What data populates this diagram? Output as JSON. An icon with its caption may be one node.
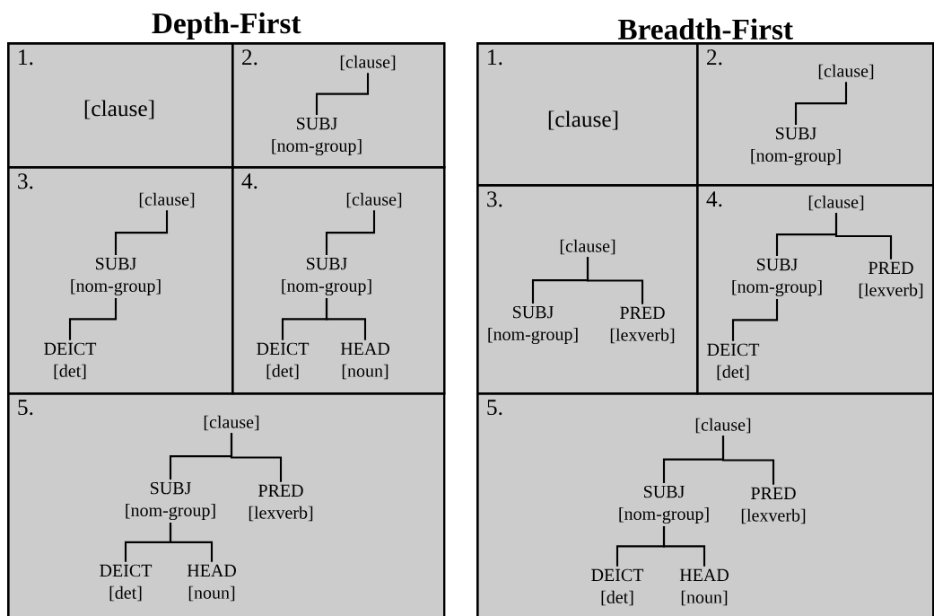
{
  "diagram": {
    "nodes": [
      {
        "text": [
          "Depth-First"
        ]
      },
      {
        "text": [
          "1."
        ],
        "in": 0
      },
      {
        "text": [
          "[clause]"
        ],
        "in": 1
      },
      {
        "text": [
          "2."
        ],
        "in": 0
      },
      {
        "text": [
          "[clause]"
        ],
        "in": 3
      },
      {
        "text": [
          "SUBJ",
          "[nom-group]"
        ],
        "in": 3
      },
      {
        "text": [
          "3."
        ],
        "in": 0
      },
      {
        "text": [
          "[clause]"
        ],
        "in": 6
      },
      {
        "text": [
          "SUBJ",
          "[nom-group]"
        ],
        "in": 6
      },
      {
        "text": [
          "DEICT",
          "[det]"
        ],
        "in": 6
      },
      {
        "text": [
          "4."
        ],
        "in": 0
      },
      {
        "text": [
          "[clause]"
        ],
        "in": 10
      },
      {
        "text": [
          "SUBJ",
          "[nom-group]"
        ],
        "in": 10
      },
      {
        "text": [
          "DEICT",
          "[det]"
        ],
        "in": 10
      },
      {
        "text": [
          "HEAD",
          "[noun]"
        ],
        "in": 10
      },
      {
        "text": [
          "5."
        ],
        "in": 0
      },
      {
        "text": [
          "[clause]"
        ],
        "in": 15
      },
      {
        "text": [
          "SUBJ",
          "[nom-group]"
        ],
        "in": 15
      },
      {
        "text": [
          "PRED",
          "[lexverb]"
        ],
        "in": 15
      },
      {
        "text": [
          "DEICT",
          "[det]"
        ],
        "in": 15
      },
      {
        "text": [
          "HEAD",
          "[noun]"
        ],
        "in": 15
      },
      {
        "text": [
          "Breadth-First"
        ]
      },
      {
        "text": [
          "1."
        ],
        "in": 21
      },
      {
        "text": [
          "[clause]"
        ],
        "in": 22
      },
      {
        "text": [
          "2."
        ],
        "in": 21
      },
      {
        "text": [
          "[clause]"
        ],
        "in": 24
      },
      {
        "text": [
          "SUBJ",
          "[nom-group]"
        ],
        "in": 24
      },
      {
        "text": [
          "3."
        ],
        "in": 21
      },
      {
        "text": [
          "[clause]"
        ],
        "in": 27
      },
      {
        "text": [
          "SUBJ",
          "[nom-group]"
        ],
        "in": 27
      },
      {
        "text": [
          "PRED",
          "[lexverb]"
        ],
        "in": 27
      },
      {
        "text": [
          "4."
        ],
        "in": 21
      },
      {
        "text": [
          "[clause]"
        ],
        "in": 31
      },
      {
        "text": [
          "SUBJ",
          "[nom-group]"
        ],
        "in": 31
      },
      {
        "text": [
          "PRED",
          "[lexverb]"
        ],
        "in": 31
      },
      {
        "text": [
          "DEICT",
          "[det]"
        ],
        "in": 31
      },
      {
        "text": [
          "5."
        ],
        "in": 21
      },
      {
        "text": [
          "[clause]"
        ],
        "in": 36
      },
      {
        "text": [
          "SUBJ",
          "[nom-group]"
        ],
        "in": 36
      },
      {
        "text": [
          "PRED",
          "[lexverb]"
        ],
        "in": 36
      },
      {
        "text": [
          "DEICT",
          "[det]"
        ],
        "in": 36
      },
      {
        "text": [
          "HEAD",
          "[noun]"
        ],
        "in": 36
      }
    ],
    "edges": [
      {
        "from": 4,
        "to": 5,
        "arrow": "none"
      },
      {
        "from": 7,
        "to": 8,
        "arrow": "none"
      },
      {
        "from": 8,
        "to": 9,
        "arrow": "none"
      },
      {
        "from": 11,
        "to": 12,
        "arrow": "none"
      },
      {
        "from": 12,
        "to": 13,
        "arrow": "none"
      },
      {
        "from": 12,
        "to": 14,
        "arrow": "none"
      },
      {
        "from": 16,
        "to": 17,
        "arrow": "none"
      },
      {
        "from": 16,
        "to": 18,
        "arrow": "none"
      },
      {
        "from": 17,
        "to": 19,
        "arrow": "none"
      },
      {
        "from": 17,
        "to": 20,
        "arrow": "none"
      },
      {
        "from": 25,
        "to": 26,
        "arrow": "none"
      },
      {
        "from": 28,
        "to": 29,
        "arrow": "none"
      },
      {
        "from": 28,
        "to": 30,
        "arrow": "none"
      },
      {
        "from": 32,
        "to": 33,
        "arrow": "none"
      },
      {
        "from": 32,
        "to": 34,
        "arrow": "none"
      },
      {
        "from": 33,
        "to": 35,
        "arrow": "none"
      },
      {
        "from": 37,
        "to": 38,
        "arrow": "none"
      },
      {
        "from": 37,
        "to": 39,
        "arrow": "none"
      },
      {
        "from": 38,
        "to": 40,
        "arrow": "none"
      },
      {
        "from": 38,
        "to": 41,
        "arrow": "none"
      }
    ]
  }
}
